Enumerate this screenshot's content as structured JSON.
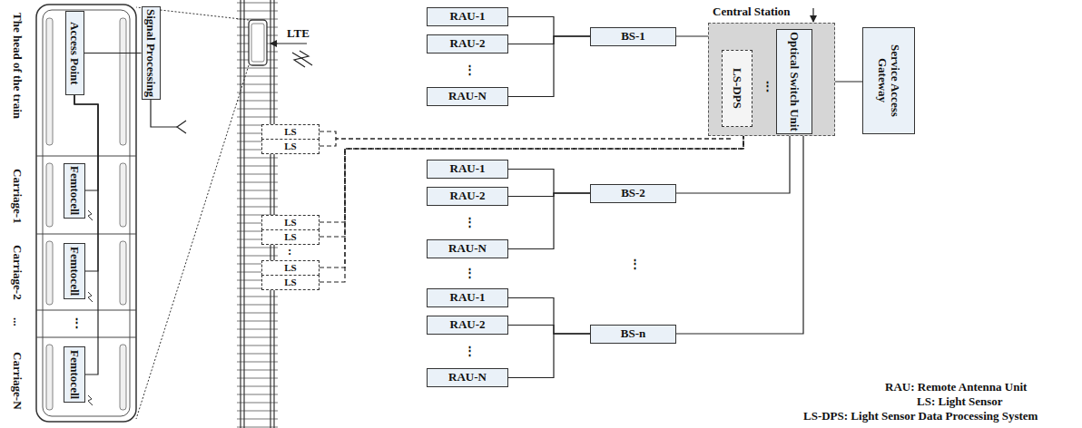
{
  "diagram": {
    "nodes": [
      {
        "text": [
          "Access Point"
        ]
      },
      {
        "text": [
          "Signal Processing"
        ]
      },
      {
        "text": [
          "Femtocell"
        ]
      },
      {
        "text": [
          "Femtocell"
        ]
      },
      {
        "text": [
          "Femtocell"
        ]
      },
      {
        "text": [
          "LS"
        ]
      },
      {
        "text": [
          "LS"
        ]
      },
      {
        "text": [
          "LS"
        ]
      },
      {
        "text": [
          "LS"
        ]
      },
      {
        "text": [
          "LS"
        ]
      },
      {
        "text": [
          "LS"
        ]
      },
      {
        "text": [
          "RAU-1"
        ]
      },
      {
        "text": [
          "RAU-2"
        ]
      },
      {
        "text": [
          "RAU-N"
        ]
      },
      {
        "text": [
          "RAU-1"
        ]
      },
      {
        "text": [
          "RAU-2"
        ]
      },
      {
        "text": [
          "RAU-N"
        ]
      },
      {
        "text": [
          "RAU-1"
        ]
      },
      {
        "text": [
          "RAU-2"
        ]
      },
      {
        "text": [
          "RAU-N"
        ]
      },
      {
        "text": [
          "BS-1"
        ]
      },
      {
        "text": [
          "BS-2"
        ]
      },
      {
        "text": [
          "BS-n"
        ]
      },
      {
        "text": [
          "Central Station"
        ]
      },
      {
        "text": [
          "LS-DPS"
        ],
        "in": 23
      },
      {
        "text": [
          "Optical Switch Unit"
        ],
        "in": 23
      },
      {
        "text": [
          "Service Access Gateway"
        ]
      }
    ],
    "edges": [
      {
        "from": 0,
        "to": 1,
        "arrow": "none"
      },
      {
        "from": 2,
        "to": 0,
        "arrow": "none"
      },
      {
        "from": 3,
        "to": 0,
        "arrow": "none"
      },
      {
        "from": 4,
        "to": 0,
        "arrow": "none"
      },
      {
        "from": 11,
        "to": 20,
        "arrow": "none"
      },
      {
        "from": 12,
        "to": 20,
        "arrow": "none"
      },
      {
        "from": 13,
        "to": 20,
        "arrow": "none"
      },
      {
        "from": 14,
        "to": 21,
        "arrow": "none"
      },
      {
        "from": 15,
        "to": 21,
        "arrow": "none"
      },
      {
        "from": 16,
        "to": 21,
        "arrow": "none"
      },
      {
        "from": 17,
        "to": 22,
        "arrow": "none"
      },
      {
        "from": 18,
        "to": 22,
        "arrow": "none"
      },
      {
        "from": 19,
        "to": 22,
        "arrow": "none"
      },
      {
        "from": 20,
        "to": 25,
        "arrow": "none"
      },
      {
        "from": 21,
        "to": 25,
        "arrow": "none"
      },
      {
        "from": 22,
        "to": 25,
        "arrow": "none"
      },
      {
        "from": 24,
        "to": 25,
        "arrow": "none"
      },
      {
        "from": 25,
        "to": 26,
        "arrow": "none"
      },
      {
        "from": 5,
        "to": 24,
        "arrow": "none"
      },
      {
        "from": 6,
        "to": 24,
        "arrow": "none"
      },
      {
        "from": 7,
        "to": 24,
        "arrow": "none"
      },
      {
        "from": 8,
        "to": 24,
        "arrow": "none"
      },
      {
        "from": 9,
        "to": 24,
        "arrow": "none"
      },
      {
        "from": 10,
        "to": 24,
        "arrow": "none"
      }
    ],
    "labels": [
      "The head of the train",
      "Carriage-1",
      "Carriage-2",
      "...",
      "Carriage-N",
      "LTE",
      "⋮",
      "⋮",
      "⋮",
      "⋮",
      "⋮",
      ":",
      "⋮",
      "⋮",
      "RAU: Remote Antenna Unit",
      "LS: Light Sensor",
      "LS-DPS: Light Sensor Data Processing System"
    ]
  }
}
